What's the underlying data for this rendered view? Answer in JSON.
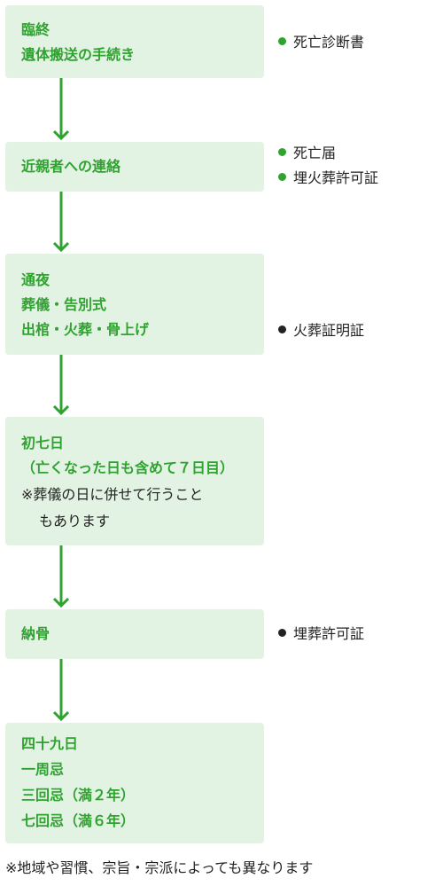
{
  "steps": [
    {
      "lines": [
        "臨終",
        "遺体搬送の手続き"
      ]
    },
    {
      "lines": [
        "近親者への連絡"
      ]
    },
    {
      "lines": [
        "通夜",
        "葬儀・告別式",
        "出棺・火葬・骨上げ"
      ]
    },
    {
      "lines": [
        "初七日",
        "（亡くなった日も含めて７日目）"
      ],
      "notes": [
        "※葬儀の日に併せて行うこと",
        "もあります"
      ]
    },
    {
      "lines": [
        "納骨"
      ]
    },
    {
      "lines": [
        "四十九日",
        "一周忌",
        "三回忌（満２年）",
        "七回忌（満６年）"
      ]
    }
  ],
  "documents": [
    {
      "label": "死亡診断書"
    },
    {
      "label": "死亡届"
    },
    {
      "label": "埋火葬許可証"
    },
    {
      "label": "火葬証明証"
    },
    {
      "label": "埋葬許可証"
    }
  ],
  "footer_note": "※地域や習慣、宗旨・宗派によっても異なります",
  "colors": {
    "accent": "#2fa32f",
    "box_fill": "#e3f3e3",
    "text": "#222222"
  }
}
